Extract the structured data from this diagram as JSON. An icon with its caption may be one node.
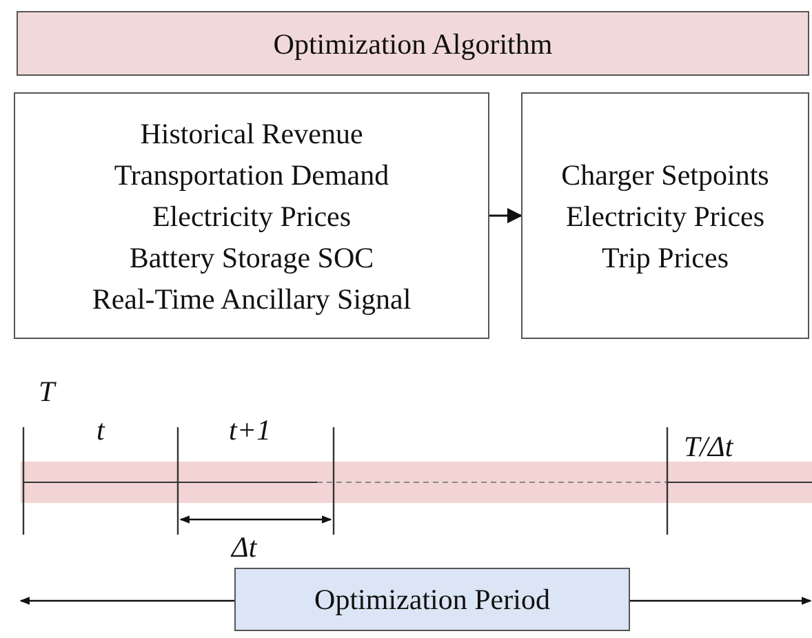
{
  "diagram": {
    "nodes": [
      {
        "text": [
          "Optimization Algorithm"
        ]
      },
      {
        "text": [
          "Historical Revenue",
          "Transportation Demand",
          "Electricity Prices",
          "Battery Storage SOC",
          "Real-Time Ancillary Signal"
        ]
      },
      {
        "text": [
          "Charger Setpoints",
          "Electricity Prices",
          "Trip Prices"
        ]
      },
      {
        "text": [
          "Optimization Period"
        ]
      }
    ],
    "edges": [
      {
        "from": 1,
        "to": 2,
        "arrow": "to"
      }
    ],
    "labels": [
      "T",
      "t",
      "t+1",
      "Δt",
      "T/Δt"
    ]
  }
}
